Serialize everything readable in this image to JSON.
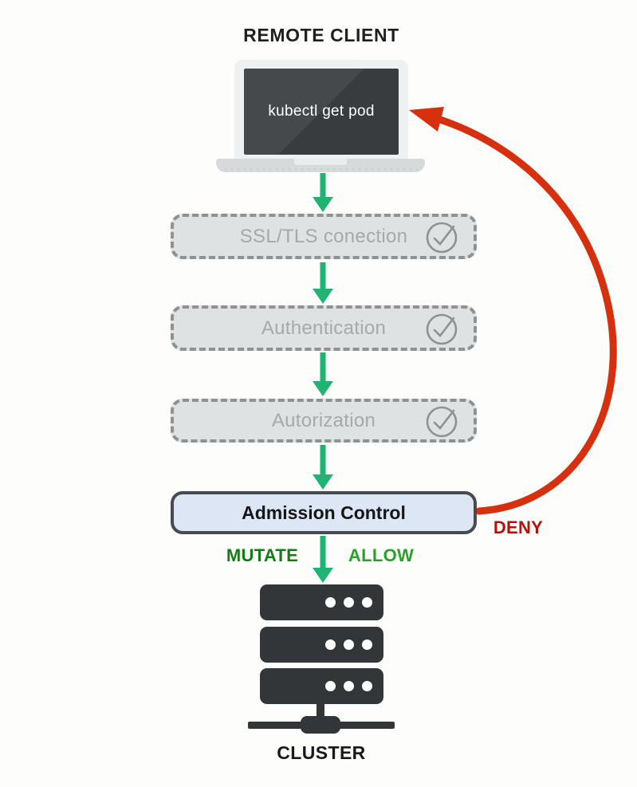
{
  "title": "REMOTE CLIENT",
  "laptop": {
    "command": "kubectl get pod"
  },
  "pipeline": [
    {
      "label": "SSL/TLS conection",
      "status_icon": "check-circle"
    },
    {
      "label": "Authentication",
      "status_icon": "check-circle"
    },
    {
      "label": "Autorization",
      "status_icon": "check-circle"
    }
  ],
  "admission": {
    "label": "Admission Control"
  },
  "outcomes": {
    "mutate": "MUTATE",
    "allow": "ALLOW",
    "deny": "DENY"
  },
  "cluster": {
    "label": "CLUSTER"
  },
  "colors": {
    "background": "#fdfdfb",
    "flow_arrow_green": "#1fb374",
    "deny_arrow_red": "#d7300f",
    "deny_text": "#b2140d",
    "mutate_text": "#157c15",
    "allow_text": "#28a228",
    "pipeline_fill": "#dee2e2",
    "pipeline_border": "#8d9292",
    "pipeline_text": "#a4aaaa",
    "admission_fill": "#dce6f4",
    "admission_border": "#474b4d",
    "server_dark": "#333639",
    "laptop_screen": "#3c4042"
  }
}
